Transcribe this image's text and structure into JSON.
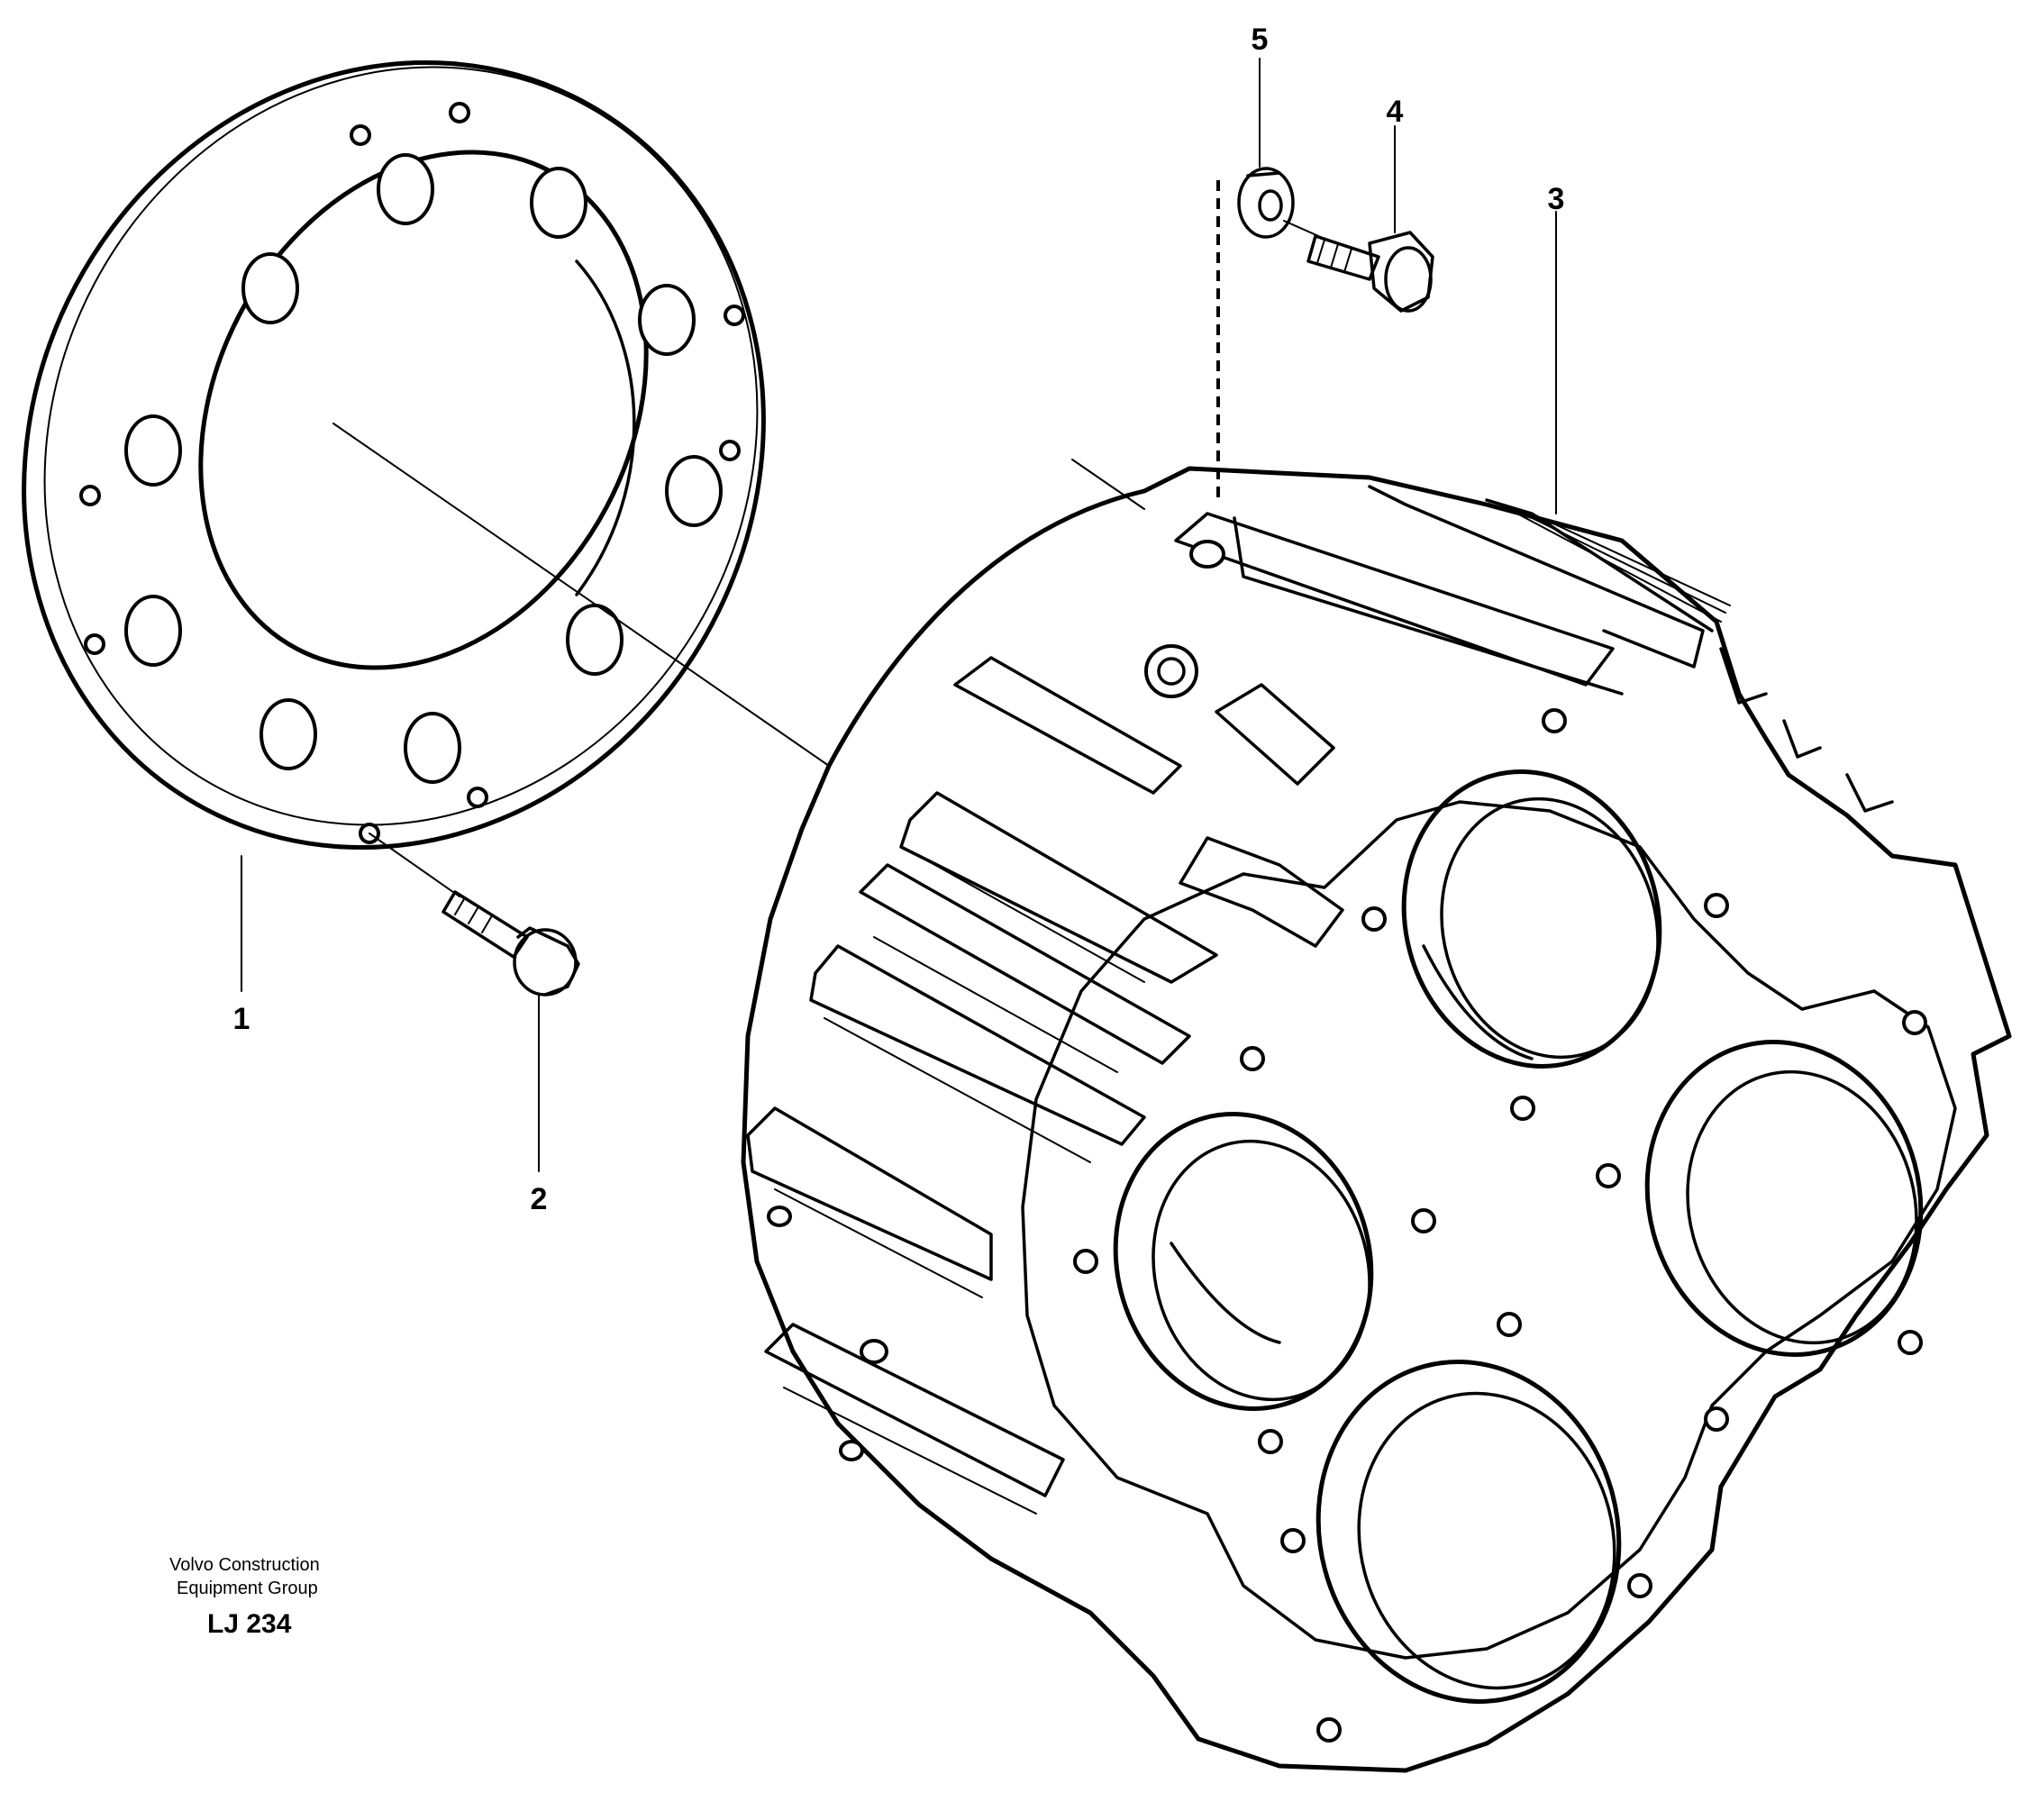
{
  "callouts": [
    {
      "id": "1",
      "label": "1"
    },
    {
      "id": "2",
      "label": "2"
    },
    {
      "id": "3",
      "label": "3"
    },
    {
      "id": "4",
      "label": "4"
    },
    {
      "id": "5",
      "label": "5"
    }
  ],
  "caption": {
    "line1": "Volvo Construction",
    "line2": "Equipment Group",
    "code": "LJ 234"
  }
}
